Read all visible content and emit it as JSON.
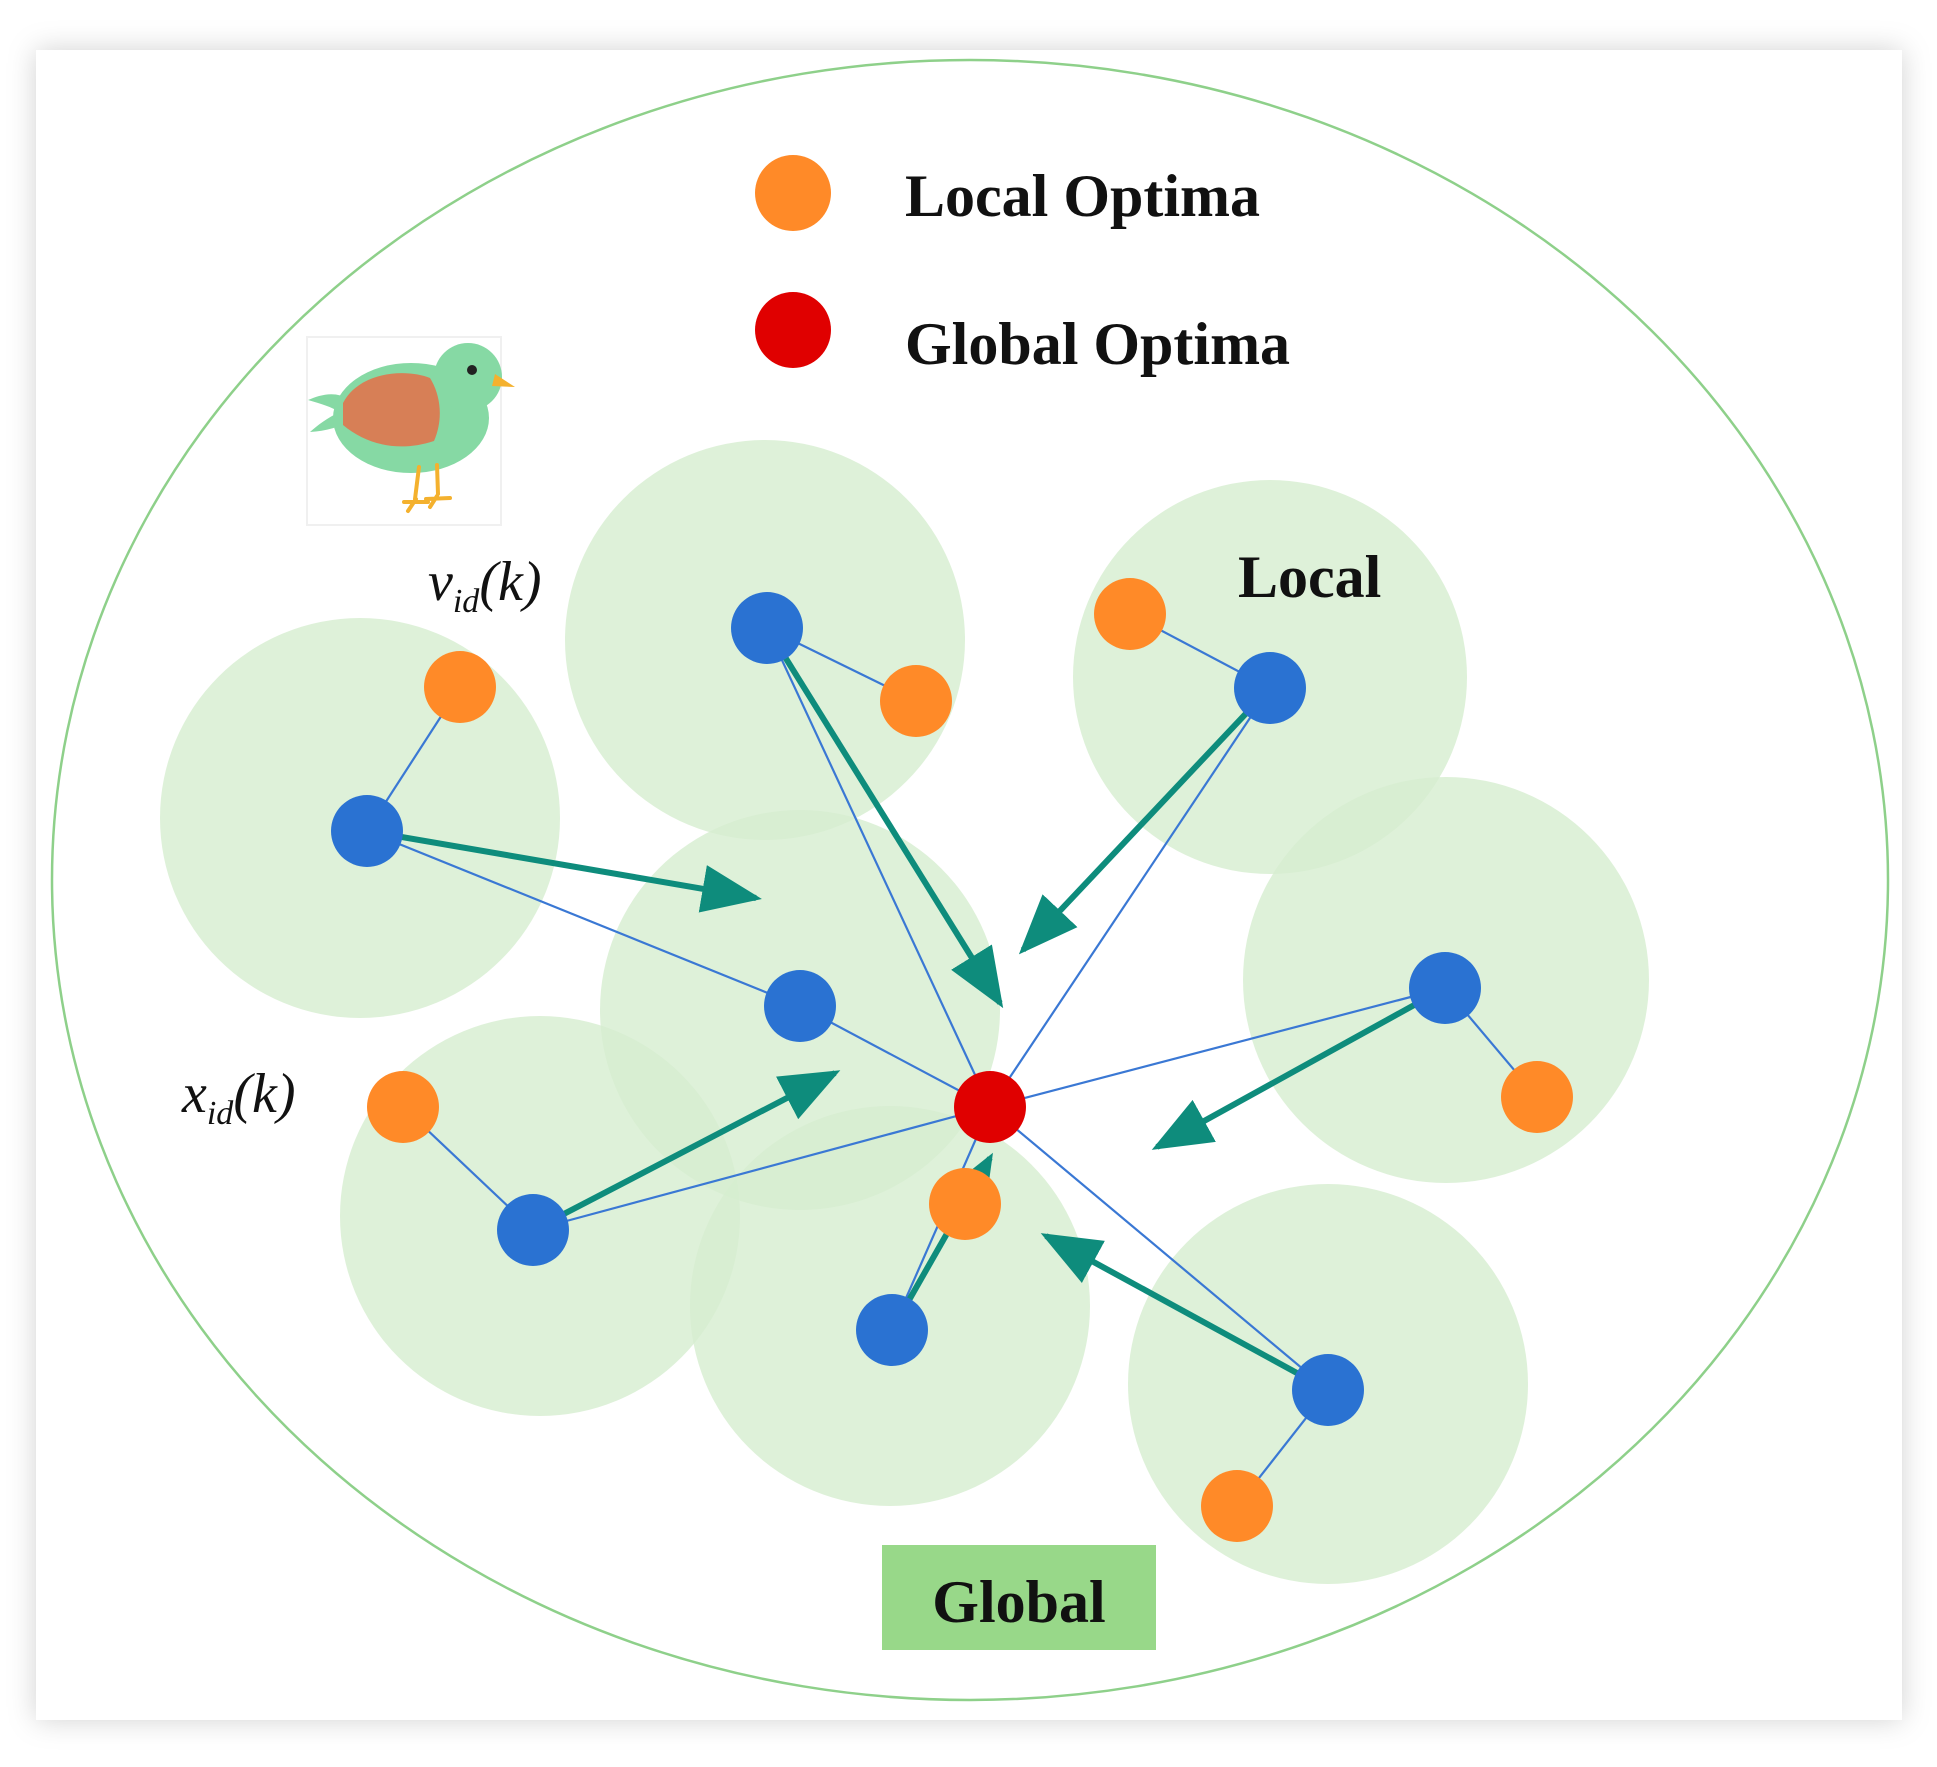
{
  "legend": {
    "items": [
      {
        "label": "Local Optima",
        "color": "#FF8A28"
      },
      {
        "label": "Global Optima",
        "color": "#E00000"
      }
    ]
  },
  "labels": {
    "local": "Local",
    "global": "Global",
    "velocity": {
      "base": "v",
      "sub": "id",
      "arg": "(k)"
    },
    "position": {
      "base": "x",
      "sub": "id",
      "arg": "(k)"
    }
  },
  "colors": {
    "particle": "#2A72D2",
    "local_optimum": "#FF8A28",
    "global_optimum": "#E00000",
    "neighborhood": "#D6EDCF",
    "boundary": "#8ED08A",
    "velocity_arrow": "#0E8C7C",
    "link_line": "#3A78D4",
    "global_box": "#98D889",
    "bird_body": "#86D9A4",
    "bird_wing": "#D77F56",
    "bird_beak": "#F4B12E"
  },
  "icons": {
    "mascot": "bird-icon"
  }
}
